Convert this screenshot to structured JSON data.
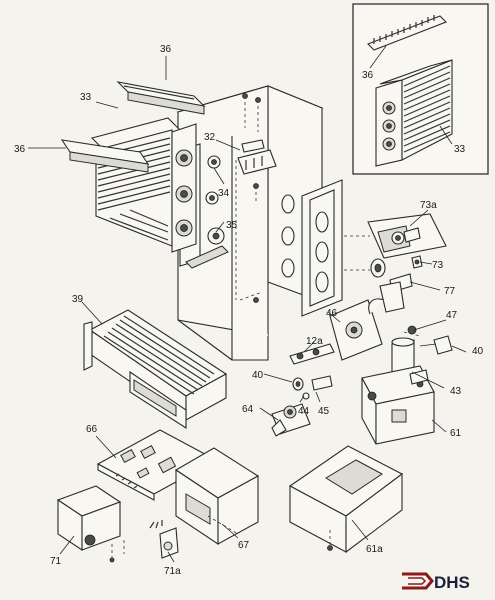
{
  "callouts": [
    {
      "id": "c36a",
      "text": "36"
    },
    {
      "id": "c36b",
      "text": "36"
    },
    {
      "id": "c36c",
      "text": "36"
    },
    {
      "id": "c33a",
      "text": "33"
    },
    {
      "id": "c33b",
      "text": "33"
    },
    {
      "id": "c32",
      "text": "32"
    },
    {
      "id": "c34",
      "text": "34"
    },
    {
      "id": "c35",
      "text": "35"
    },
    {
      "id": "c73a",
      "text": "73a"
    },
    {
      "id": "c73",
      "text": "73"
    },
    {
      "id": "c77",
      "text": "77"
    },
    {
      "id": "c39",
      "text": "39"
    },
    {
      "id": "c46",
      "text": "46"
    },
    {
      "id": "c12a",
      "text": "12a"
    },
    {
      "id": "c47",
      "text": "47"
    },
    {
      "id": "c40a",
      "text": "40"
    },
    {
      "id": "c40b",
      "text": "40"
    },
    {
      "id": "c43",
      "text": "43"
    },
    {
      "id": "c64",
      "text": "64"
    },
    {
      "id": "c44",
      "text": "44"
    },
    {
      "id": "c45",
      "text": "45"
    },
    {
      "id": "c61",
      "text": "61"
    },
    {
      "id": "c66",
      "text": "66"
    },
    {
      "id": "c67",
      "text": "67"
    },
    {
      "id": "c61a",
      "text": "61a"
    },
    {
      "id": "c71",
      "text": "71"
    },
    {
      "id": "c71a",
      "text": "71a"
    }
  ],
  "brand": {
    "text": "DHS",
    "color": "#1b1f3a",
    "accent": "#8b1a1a"
  }
}
